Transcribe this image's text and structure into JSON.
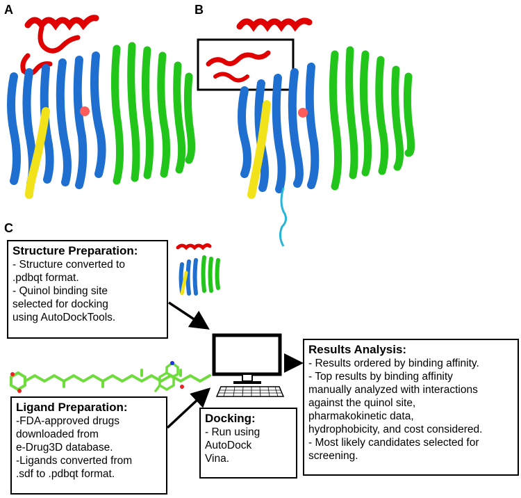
{
  "panels": {
    "a": "A",
    "b": "B",
    "c": "C"
  },
  "structure_box": {
    "title": "Structure Preparation:",
    "lines": [
      "- Structure converted to",
      ".pdbqt format.",
      "- Quinol binding site",
      "selected for docking",
      "using AutoDockTools."
    ]
  },
  "ligand_box": {
    "title": "Ligand Preparation:",
    "lines": [
      "-FDA-approved drugs",
      "downloaded from",
      "e-Drug3D database.",
      "-Ligands converted from",
      ".sdf to .pdbqt format."
    ]
  },
  "docking_box": {
    "title": "Docking:",
    "lines": [
      "- Run using",
      "AutoDock",
      "Vina."
    ]
  },
  "results_box": {
    "title": "Results Analysis:",
    "lines": [
      "- Results ordered by binding affinity.",
      "- Top results by binding affinity",
      "manually analyzed with interactions",
      "against the quinol site,",
      "pharmakokinetic data,",
      "hydrophobicity, and cost considered.",
      "- Most likely candidates selected for",
      "screening."
    ]
  },
  "colors": {
    "red_chain": "#e00000",
    "blue_chain": "#1f6fd1",
    "green_chain": "#22c51a",
    "yellow_chain": "#f2e21a",
    "cyan_tail": "#26b5d6",
    "ligand_green": "#6fdc3e",
    "arrow": "#000000"
  },
  "icons": [
    "protein-structure-a",
    "protein-structure-b",
    "protein-thumbnail",
    "ligand-long-chain-icon",
    "ligand-ring-icon",
    "computer-monitor-icon",
    "keyboard-icon"
  ]
}
